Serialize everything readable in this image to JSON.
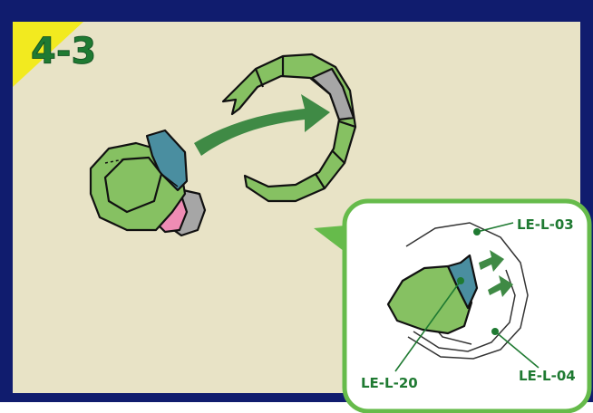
{
  "step": {
    "number": "4-3"
  },
  "callout": {
    "labels": {
      "top": "LE-L-03",
      "left": "LE-L-20",
      "right": "LE-L-04"
    }
  },
  "colors": {
    "frame": "#101c6e",
    "panel": "#e8e3c6",
    "step_badge": "#f2ea1f",
    "step_text": "#1f7a32",
    "part_green": "#86c162",
    "part_blue": "#4a8ea0",
    "part_pink": "#ee8cb4",
    "part_gray": "#a6a6a6",
    "arrow_green": "#3f8a45",
    "callout_border": "#66bb4b",
    "label_green": "#1f7a32"
  }
}
